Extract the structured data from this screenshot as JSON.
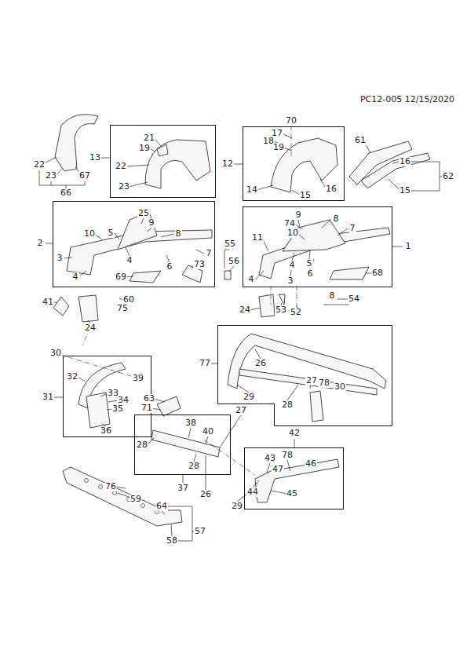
{
  "diagram": {
    "nodes": [
      {
        "text": [
          "13"
        ]
      },
      {
        "text": [
          "12"
        ]
      },
      {
        "text": [
          "2"
        ]
      },
      {
        "text": [
          "1"
        ]
      },
      {
        "text": [
          "77"
        ]
      },
      {
        "text": [
          "31"
        ]
      },
      {
        "text": [
          "37"
        ]
      },
      {
        "text": [
          "42"
        ]
      }
    ],
    "edges": [],
    "labels": [
      "PC12-005 12/15/2020",
      "22",
      "23",
      "67",
      "66",
      "21",
      "19",
      "22",
      "23",
      "70",
      "17",
      "18",
      "19",
      "14",
      "15",
      "16",
      "61",
      "16",
      "62",
      "15",
      "25",
      "9",
      "10",
      "5",
      "8",
      "3",
      "4",
      "7",
      "6",
      "73",
      "4",
      "69",
      "55",
      "56",
      "9",
      "8",
      "74",
      "7",
      "11",
      "10",
      "5",
      "4",
      "6",
      "68",
      "4",
      "3",
      "41",
      "60",
      "75",
      "24",
      "24",
      "53",
      "8",
      "54",
      "52",
      "26",
      "29",
      "27",
      "78",
      "30",
      "28",
      "30",
      "39",
      "32",
      "33",
      "34",
      "35",
      "36",
      "63",
      "71",
      "38",
      "40",
      "28",
      "28",
      "27",
      "26",
      "43",
      "78",
      "47",
      "46",
      "44",
      "45",
      "29",
      "76",
      "59",
      "64",
      "57",
      "58"
    ]
  }
}
